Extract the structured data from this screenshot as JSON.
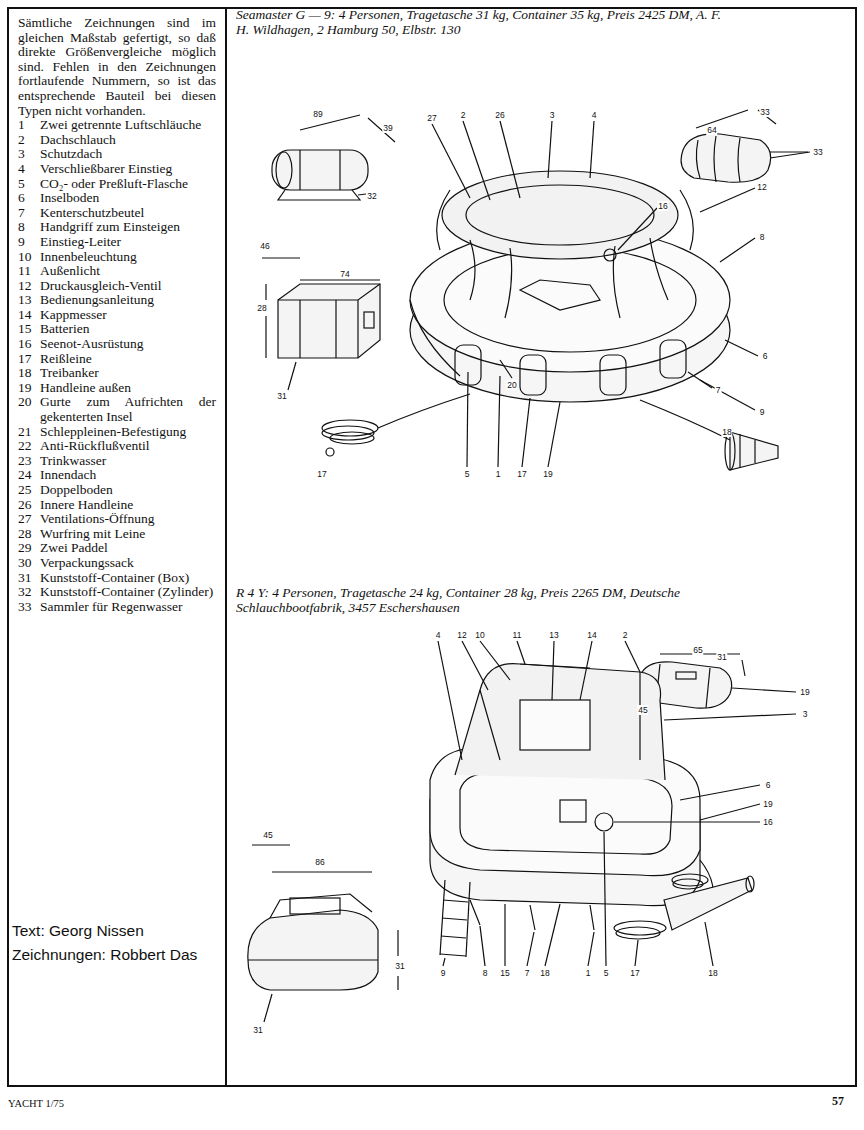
{
  "diagram": {
    "nodes": [
      {
        "text": [
          "Sämtliche Zeichnungen sind im gleichen Maßstab gefertigt, so daß direkte Größenvergleiche möglich sind. Fehlen in den Zeichnungen fortlaufende Nummern, so ist das entsprechende Bauteil bei diesen Typen nicht vorhanden.",
          "1",
          "Zwei getrennte Luftschläuche",
          "2",
          "Dachschlauch",
          "3",
          "Schutzdach",
          "4",
          "Verschließbarer Einstieg",
          "5",
          "CO₂- oder Preßluft-Flasche",
          "6",
          "Inselboden",
          "7",
          "Kenterschutzbeutel",
          "8",
          "Handgriff zum Einsteigen",
          "9",
          "Einstieg-Leiter",
          "10",
          "Innenbeleuchtung",
          "11",
          "Außenlicht",
          "12",
          "Druckausgleich-Ventil",
          "13",
          "Bedienungsanleitung",
          "14",
          "Kappmesser",
          "15",
          "Batterien",
          "16",
          "Seenot-Ausrüstung",
          "17",
          "Reißleine",
          "18",
          "Treibanker",
          "19",
          "Handleine außen",
          "20",
          "Gurte zum Aufrichten der gekenterten Insel",
          "21",
          "Schleppleinen-Befestigung",
          "22",
          "Anti-Rückflußventil",
          "23",
          "Trinkwasser",
          "24",
          "Innendach",
          "25",
          "Doppelboden",
          "26",
          "Innere Handleine",
          "27",
          "Ventilations-Öffnung",
          "28",
          "Wurfring mit Leine",
          "29",
          "Zwei Paddel",
          "30",
          "Verpackungssack",
          "31",
          "Kunststoff-Container (Box)",
          "32",
          "Kunststoff-Container (Zylinder)",
          "33",
          "Sammler für Regenwasser",
          "Text: Georg Nissen",
          "Zeichnungen: Robbert Das"
        ]
      }
    ],
    "labels": [
      "Seamaster G — 9: 4 Personen, Tragetasche 31 kg, Container 35 kg, Preis 2425 DM, A. F. H. Wildhagen, 2 Hamburg 50, Elbstr. 130",
      "27",
      "2",
      "26",
      "3",
      "4",
      "33",
      "12",
      "16",
      "8",
      "6",
      "9",
      "7",
      "18",
      "32",
      "31",
      "17",
      "5",
      "1",
      "17",
      "19",
      "20",
      "89",
      "39",
      "64",
      "33",
      "46",
      "74",
      "28",
      "R 4 Y: 4 Personen, Tragetasche 24 kg, Container 28 kg, Preis 2265 DM, Deutsche Schlauchbootfabrik, 3457 Eschershausen",
      "4",
      "12",
      "10",
      "11",
      "13",
      "14",
      "2",
      "65",
      "31",
      "19",
      "3",
      "45",
      "6",
      "19",
      "16",
      "45",
      "86",
      "31",
      "31",
      "9",
      "8",
      "15",
      "7",
      "18",
      "1",
      "5",
      "17",
      "18",
      "YACHT 1/75",
      "57"
    ]
  }
}
